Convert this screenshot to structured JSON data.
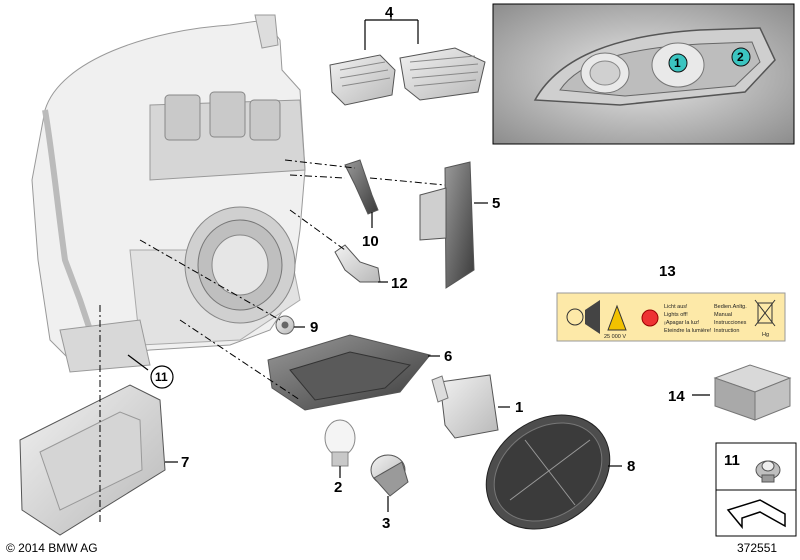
{
  "callouts": {
    "c1": "1",
    "c2": "2",
    "c3": "3",
    "c4": "4",
    "c5": "5",
    "c6": "6",
    "c7": "7",
    "c8": "8",
    "c9": "9",
    "c10": "10",
    "c11": "11",
    "c11b": "11",
    "c12": "12",
    "c13": "13",
    "c14": "14"
  },
  "inset": {
    "marker1": "1",
    "marker2": "2"
  },
  "warning_label": {
    "lines_left": [
      "Licht aus!",
      "Lights off!",
      "¡Apagar la luz!",
      "Eteindre la lumière!"
    ],
    "lines_right": [
      "Bedien.Anltg.",
      "Manual",
      "Instrucciones",
      "Instruction"
    ],
    "voltage": "25 000 V",
    "hg": "Hg"
  },
  "footer": {
    "copyright": "© 2014 BMW AG",
    "diagram_id": "372551"
  },
  "colors": {
    "part_fill": "#e6e6e6",
    "part_dark": "#7a7a7a",
    "accent_teal": "#3bc4c0",
    "label_yellow": "#fde9a8"
  }
}
